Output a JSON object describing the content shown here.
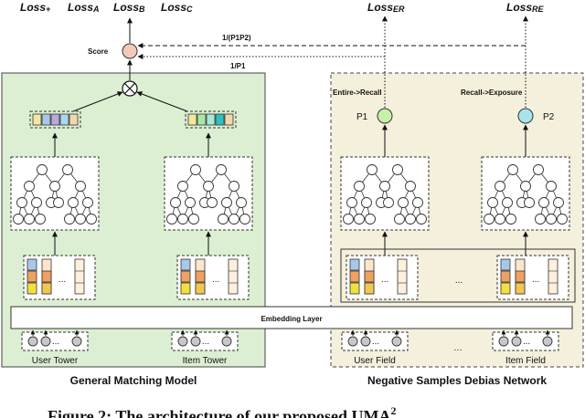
{
  "losses": {
    "top_left": [
      {
        "main": "Loss",
        "sub": "+"
      },
      {
        "main": "Loss",
        "sub": "A"
      },
      {
        "main": "Loss",
        "sub": "B"
      },
      {
        "main": "Loss",
        "sub": "C"
      }
    ],
    "er": {
      "main": "Loss",
      "sub": "ER"
    },
    "re": {
      "main": "Loss",
      "sub": "RE"
    }
  },
  "score_label": "Score",
  "arrow_p1p2_label": "1/(P1P2)",
  "arrow_p1_label": "1/P1",
  "entire_recall_label": "Entire->Recall",
  "recall_exposure_label": "Recall->Exposure",
  "p1_label": "P1",
  "p2_label": "P2",
  "embedding_layer_label": "Embedding Layer",
  "user_tower_label": "User Tower",
  "item_tower_label": "Item Tower",
  "user_field_label": "User Field",
  "item_field_label": "Item Field",
  "ellipsis": "...",
  "ellipsis_bottom": "…",
  "left_panel_title": "General Matching Model",
  "right_panel_title": "Negative Samples Debias Network",
  "caption": "Figure 2: The architecture of our proposed UMA",
  "caption_sup": "2",
  "colors": {
    "left_panel_bg": "#dcefd2",
    "right_panel_bg": "#f4f0dc",
    "score_node": "#f3c9bc",
    "p1_node": "#c7f0a8",
    "p2_node": "#a9e3f0",
    "emb_blue": "#a8c8e8",
    "emb_orange": "#f0a060",
    "emb_yellow": "#f0e040",
    "emb_peach": "#fbe6cc"
  }
}
